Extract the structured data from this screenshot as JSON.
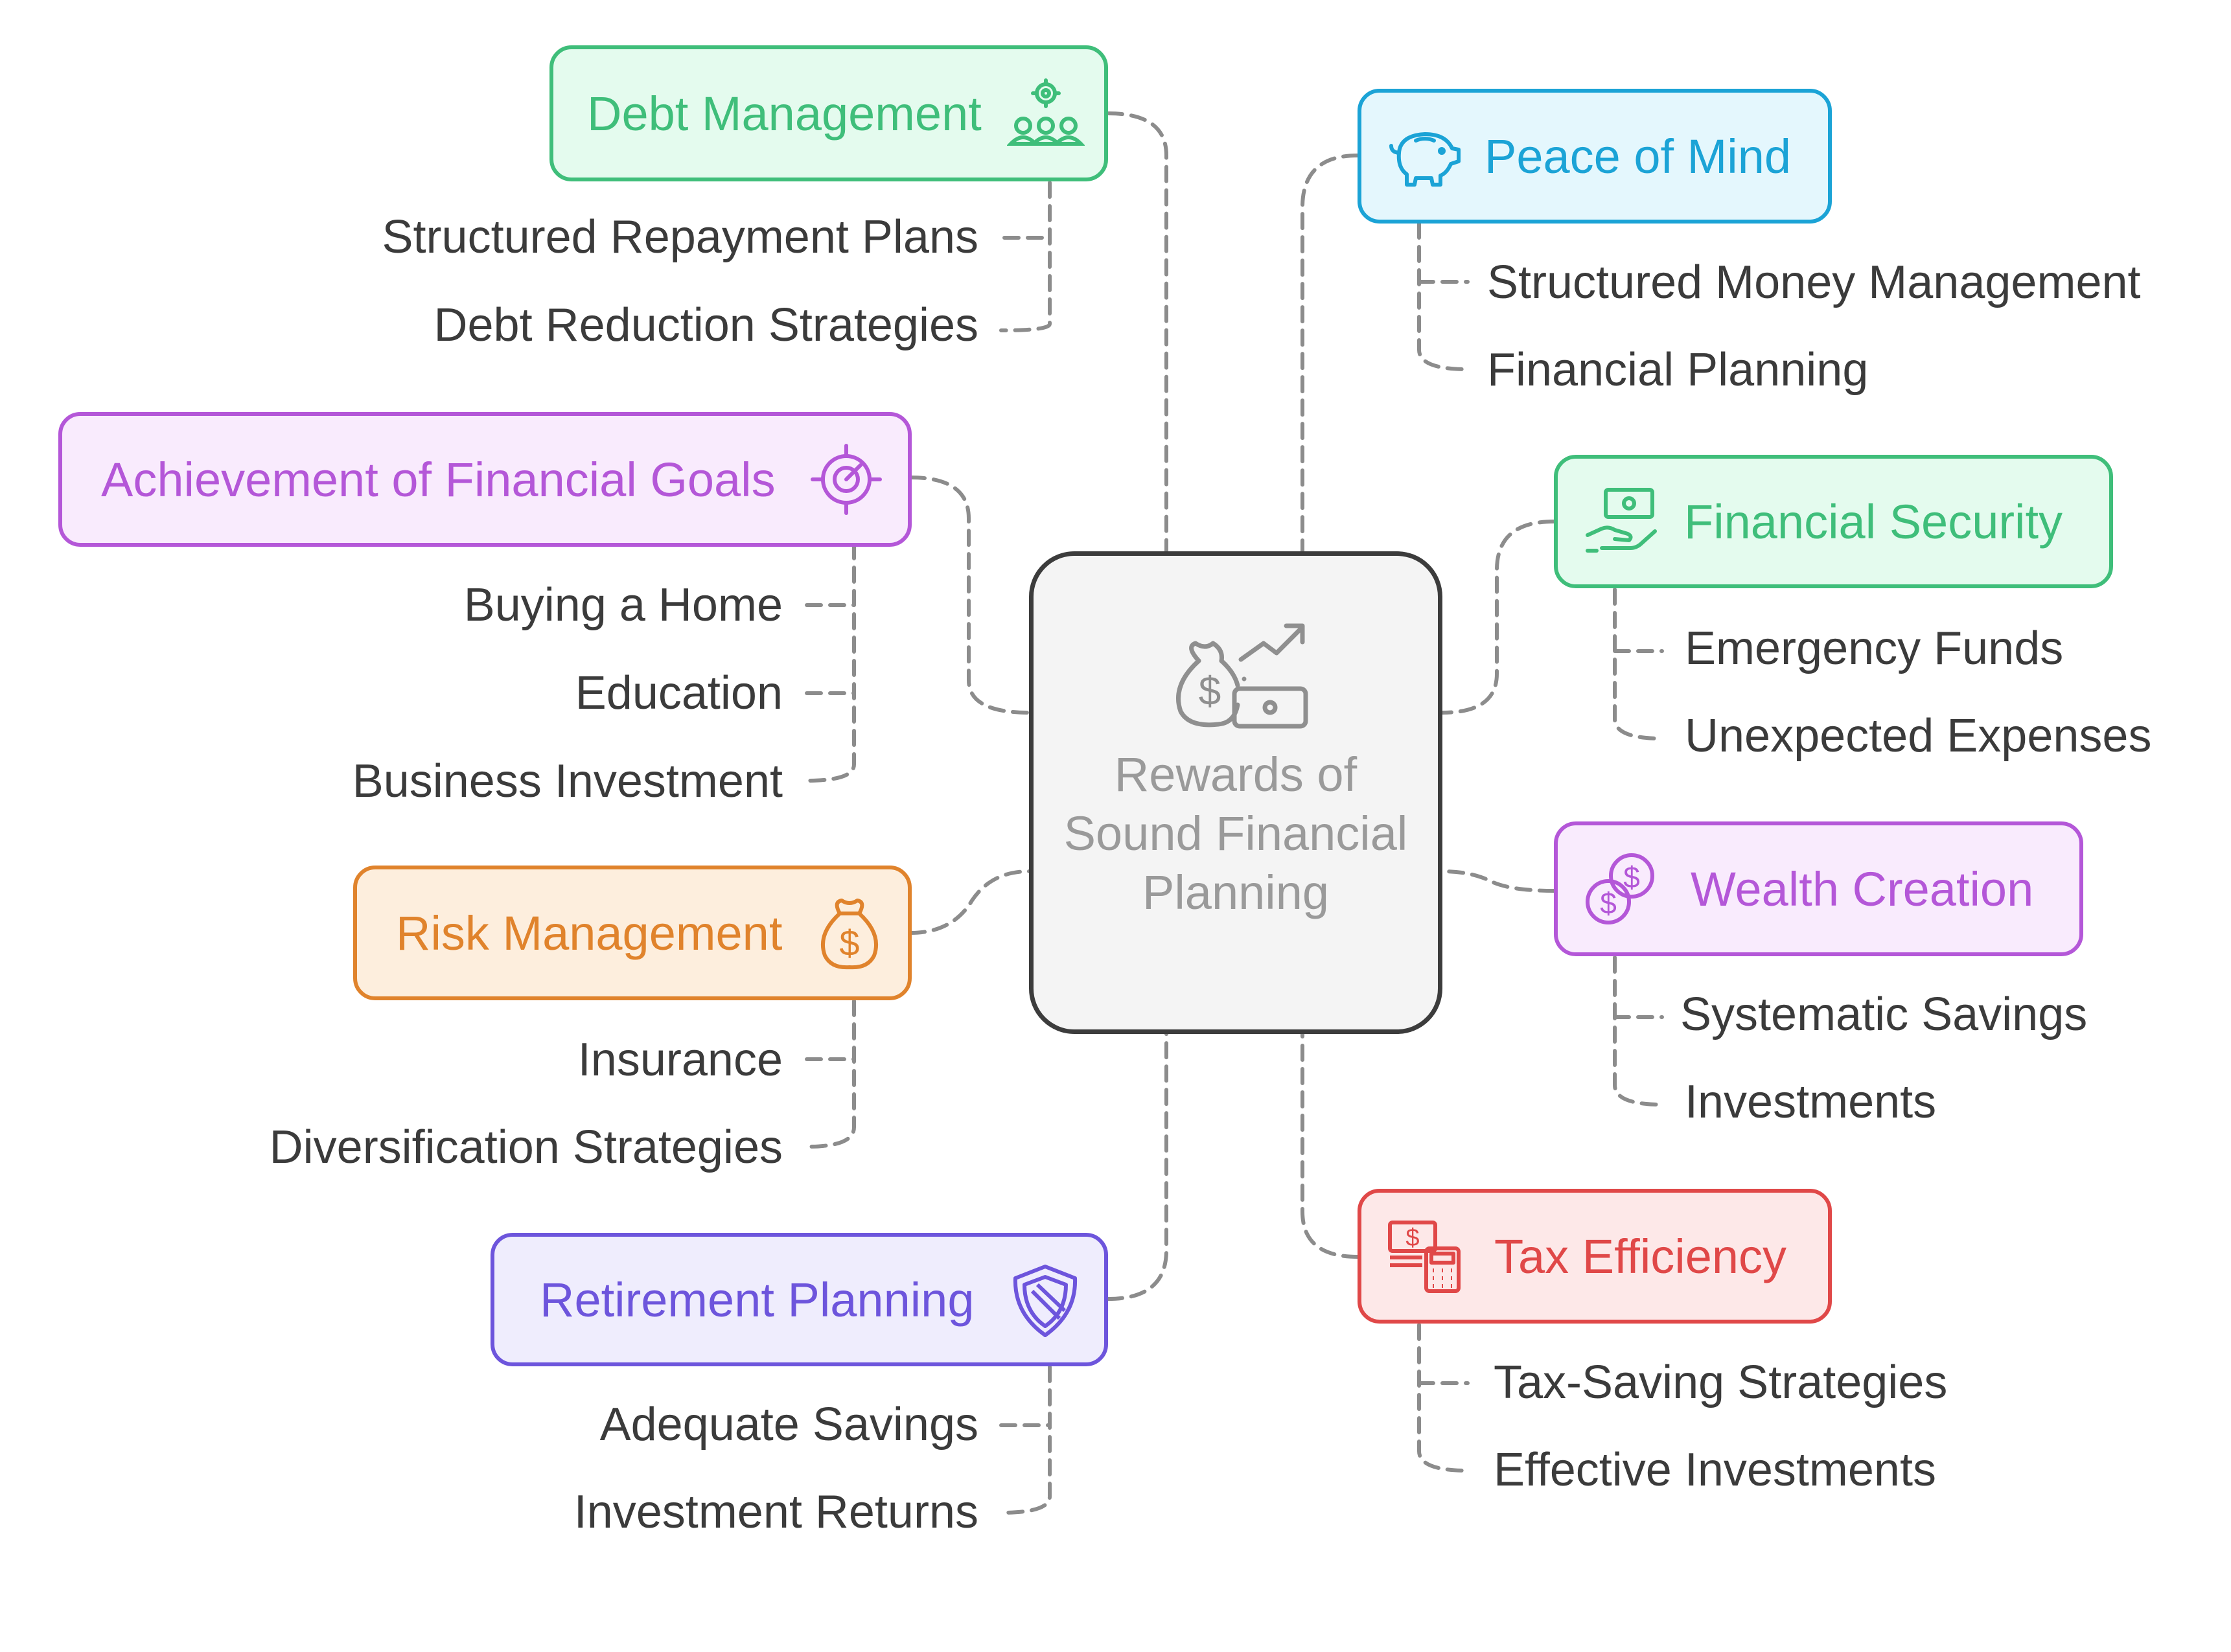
{
  "center": {
    "title": "Rewards of Sound Financial Planning",
    "icon": "money-bag-growth-icon"
  },
  "branches": {
    "debt": {
      "title": "Debt Management",
      "icon": "people-network-icon",
      "color": "#3fbe7a",
      "items": [
        "Structured Repayment Plans",
        "Debt Reduction Strategies"
      ]
    },
    "goals": {
      "title": "Achievement of Financial Goals",
      "icon": "target-icon",
      "color": "#b457d8",
      "items": [
        "Buying a Home",
        "Education",
        "Business Investment"
      ]
    },
    "risk": {
      "title": "Risk Management",
      "icon": "money-bag-icon",
      "color": "#e0832c",
      "items": [
        "Insurance",
        "Diversification Strategies"
      ]
    },
    "retirement": {
      "title": "Retirement Planning",
      "icon": "shield-icon",
      "color": "#6d55dc",
      "items": [
        "Adequate Savings",
        "Investment Returns"
      ]
    },
    "peace": {
      "title": "Peace of Mind",
      "icon": "piggy-bank-icon",
      "color": "#1ba3d6",
      "items": [
        "Structured Money Management",
        "Financial Planning"
      ]
    },
    "security": {
      "title": "Financial Security",
      "icon": "hand-cash-icon",
      "color": "#3fbe7a",
      "items": [
        "Emergency Funds",
        "Unexpected Expenses"
      ]
    },
    "wealth": {
      "title": "Wealth Creation",
      "icon": "coins-icon",
      "color": "#b457d8",
      "items": [
        "Systematic Savings",
        "Investments"
      ]
    },
    "tax": {
      "title": "Tax Efficiency",
      "icon": "calculator-cash-icon",
      "color": "#e04848",
      "items": [
        "Tax-Saving Strategies",
        "Effective Investments"
      ]
    }
  }
}
